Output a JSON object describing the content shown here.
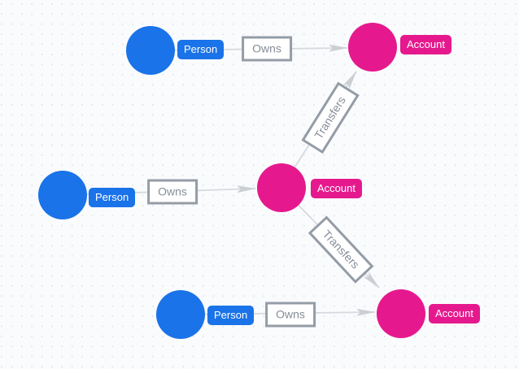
{
  "colors": {
    "person": "#1a73e8",
    "account": "#e5198d",
    "edge-line": "#d6d9de",
    "arrowhead": "#cbcfd4",
    "rel-border": "#949ca6",
    "rel-text": "#868d97",
    "background": "#fafbfd",
    "dot": "#e6e8ec"
  },
  "graph": {
    "nodes": [
      {
        "id": "person-1",
        "label": "Person"
      },
      {
        "id": "account-1",
        "label": "Account"
      },
      {
        "id": "person-2",
        "label": "Person"
      },
      {
        "id": "account-2",
        "label": "Account"
      },
      {
        "id": "person-3",
        "label": "Person"
      },
      {
        "id": "account-3",
        "label": "Account"
      }
    ],
    "relationships": [
      {
        "label": "Owns",
        "from": "person-1",
        "to": "account-1"
      },
      {
        "label": "Owns",
        "from": "person-2",
        "to": "account-2"
      },
      {
        "label": "Owns",
        "from": "person-3",
        "to": "account-3"
      },
      {
        "label": "Transfers",
        "from": "account-2",
        "to": "account-1"
      },
      {
        "label": "Transfers",
        "from": "account-2",
        "to": "account-3"
      }
    ]
  }
}
